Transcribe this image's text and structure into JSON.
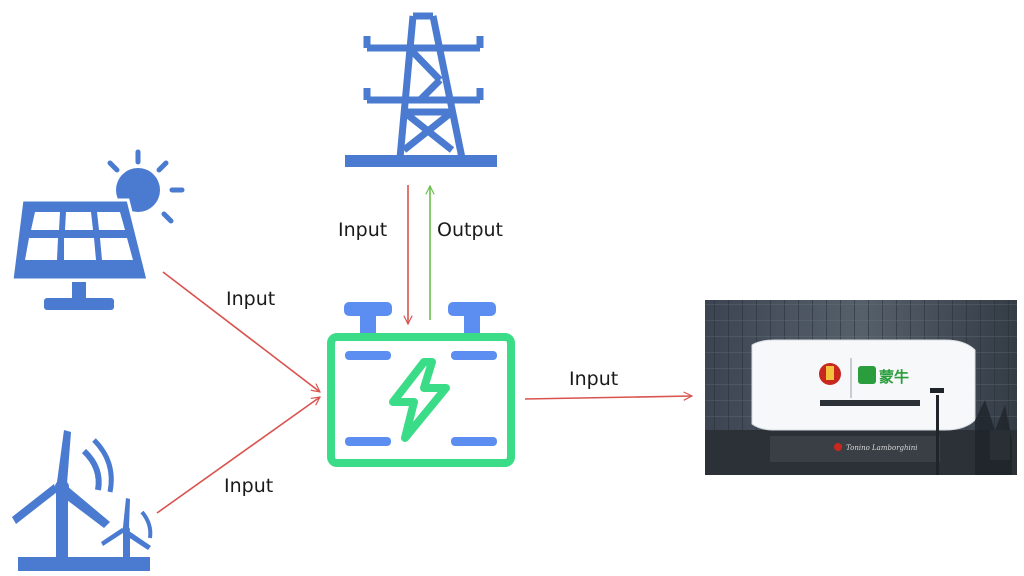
{
  "colors": {
    "icon_blue": "#4a7bd0",
    "battery_green": "#3bdc87",
    "battery_terminal_blue": "#5b8ef0",
    "sun_blue": "#4a7bd0",
    "input_arrow": "#d9534f",
    "output_arrow": "#6abf4b",
    "label_text": "#1a1a1a"
  },
  "nodes": {
    "power_tower": {
      "icon": "transmission-tower-icon"
    },
    "solar_panel": {
      "icon": "solar-panel-icon"
    },
    "wind_turbine": {
      "icon": "wind-turbine-icon"
    },
    "battery": {
      "icon": "battery-storage-icon"
    },
    "billboard": {
      "icon": "led-billboard-photo",
      "logo_text": "蒙牛"
    }
  },
  "edges": {
    "grid_to_battery": "Input",
    "battery_to_grid": "Output",
    "solar_to_battery": "Input",
    "wind_to_battery": "Input",
    "battery_to_billboard": "Input"
  }
}
